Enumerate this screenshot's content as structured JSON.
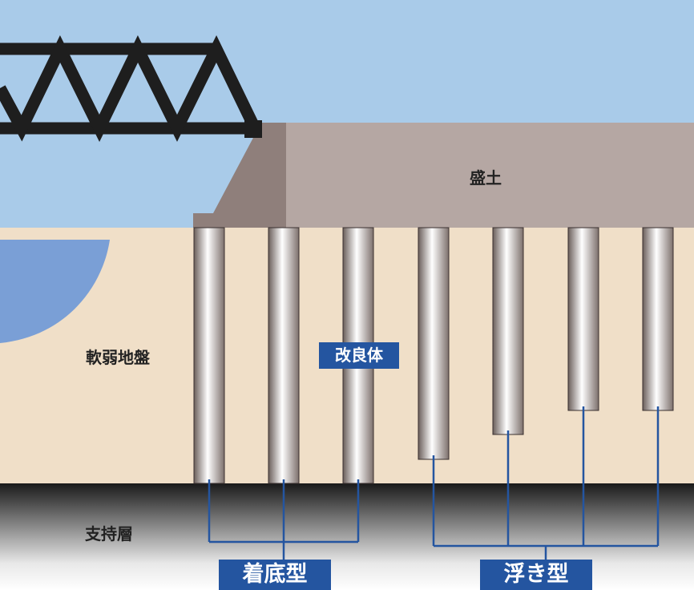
{
  "labels": {
    "embankment": "盛土",
    "soft_ground": "軟弱地盤",
    "improved_body": "改良体",
    "bearing_layer": "支持層",
    "bottom_type": "着底型",
    "floating_type": "浮き型"
  },
  "colors": {
    "sky": "#a9cbe9",
    "water": "#7a9fd6",
    "soft_ground": "#f0dfc8",
    "embankment": "#b5a7a3",
    "abutment": "#8f7f7b",
    "truss": "#1e1e1e",
    "label_box": "#2455a0",
    "bracket_line": "#2455a0"
  },
  "columns": {
    "groups": [
      {
        "type": "bottom",
        "count": 3,
        "reaches_bearing_layer": true
      },
      {
        "type": "floating",
        "count": 4,
        "reaches_bearing_layer": false
      }
    ]
  }
}
